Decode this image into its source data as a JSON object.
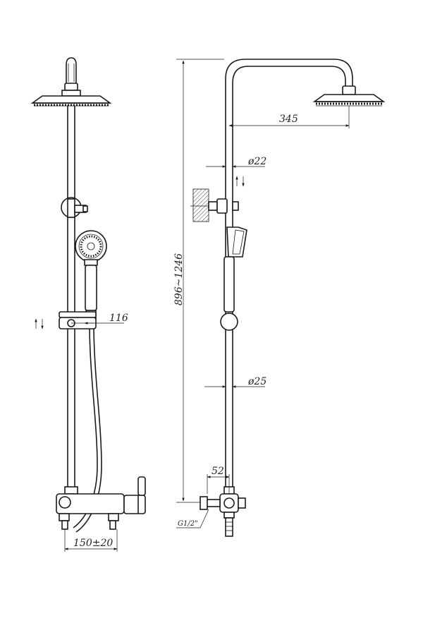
{
  "dimensions": {
    "arm_reach": "345",
    "pipe_upper_diameter": "ø22",
    "pipe_lower_diameter": "ø25",
    "handheld_offset": "116",
    "height_range": "896~1246",
    "inlet_spacing": "150±20",
    "valve_offset": "52",
    "thread": "G1/2\""
  },
  "icons": {
    "adjust_arrows": "up-down-arrows-icon"
  }
}
